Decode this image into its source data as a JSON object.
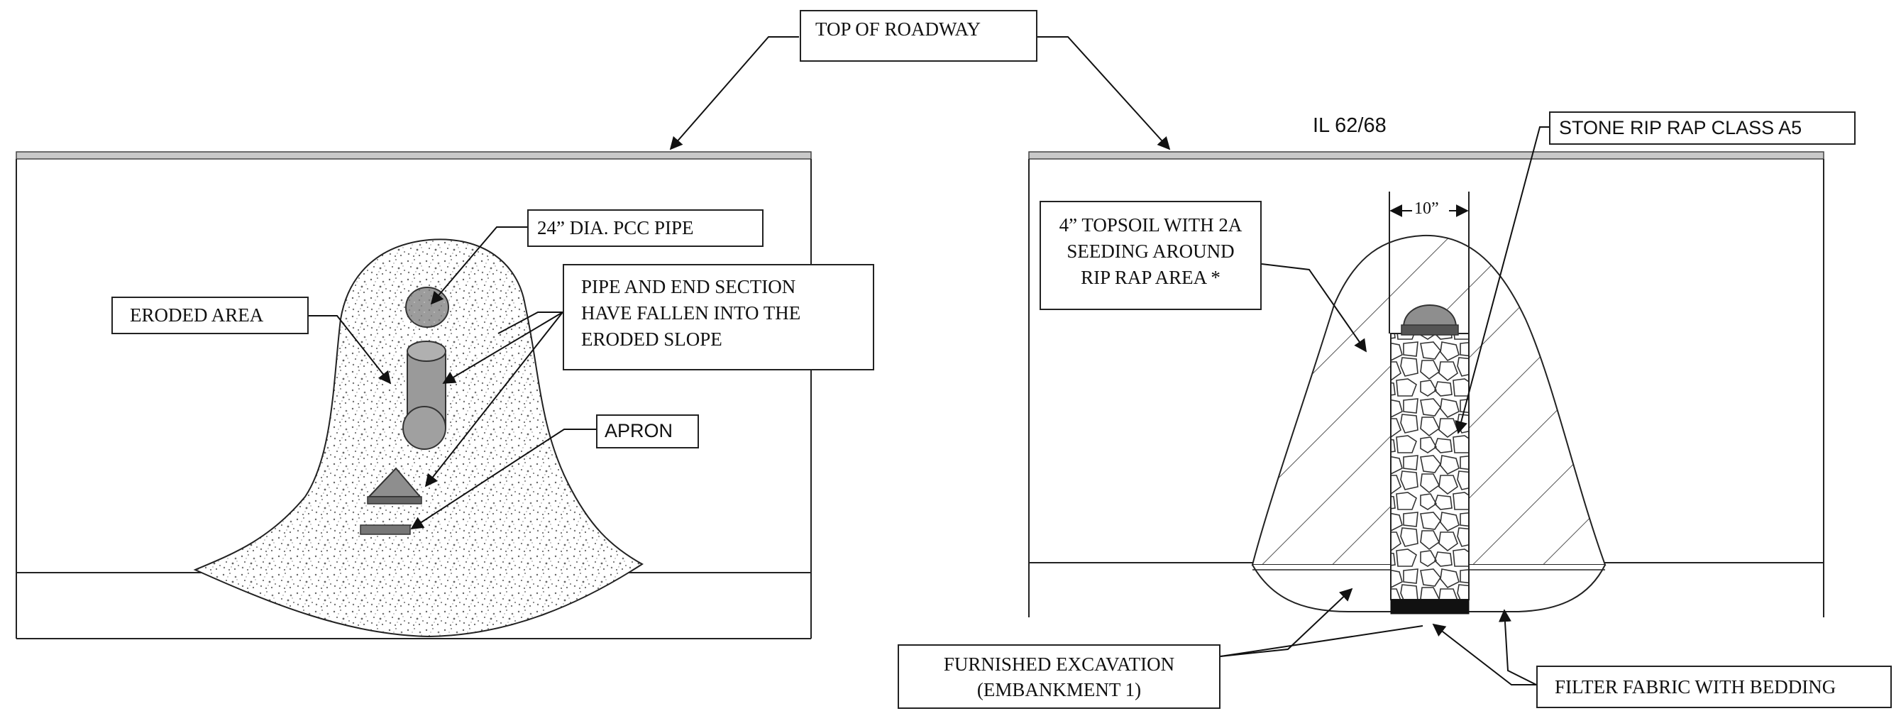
{
  "labels": {
    "top_of_roadway": "TOP OF ROADWAY",
    "pipe_label": "24” DIA. PCC PIPE",
    "eroded_area": "ERODED AREA",
    "pipe_fallen": [
      "PIPE AND END SECTION",
      "HAVE FALLEN INTO THE",
      "ERODED SLOPE"
    ],
    "apron": "APRON",
    "route": "IL 62/68",
    "stone_rip_rap": "STONE RIP RAP CLASS A5",
    "topsoil": [
      "4” TOPSOIL WITH 2A",
      "SEEDING AROUND",
      "RIP RAP AREA *"
    ],
    "width_dim": "10”",
    "furnished_excavation": [
      "FURNISHED EXCAVATION",
      "(EMBANKMENT 1)"
    ],
    "filter_fabric": "FILTER FABRIC WITH BEDDING"
  },
  "colors": {
    "line": "#222222",
    "fill_gray": "#9a9a9a",
    "speckle": "#666666",
    "apron_fill": "#777777"
  }
}
